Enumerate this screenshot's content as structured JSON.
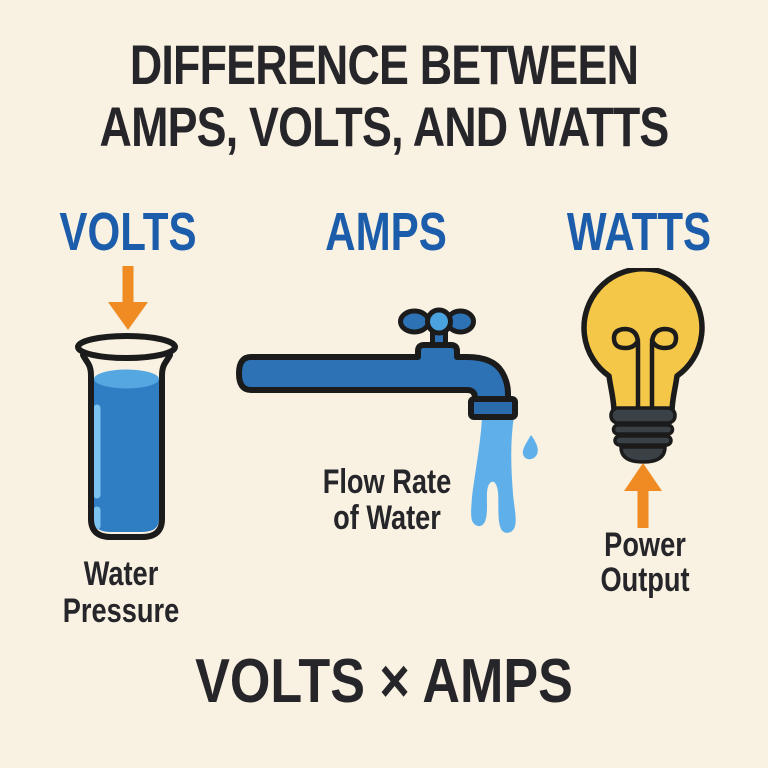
{
  "title": {
    "line1": "DIFFERENCE BETWEEN",
    "line2": "AMPS, VOLTS, AND WATTS"
  },
  "columns": [
    {
      "id": "volts",
      "heading": "VOLTS",
      "label_line1": "Water",
      "label_line2": "Pressure",
      "icon": "beaker-of-water",
      "arrow": "down"
    },
    {
      "id": "amps",
      "heading": "AMPS",
      "label_line1": "Flow Rate",
      "label_line2": "of Water",
      "icon": "faucet-with-flowing-water",
      "arrow": "none"
    },
    {
      "id": "watts",
      "heading": "WATTS",
      "label_line1": "Power",
      "label_line2": "Output",
      "icon": "light-bulb",
      "arrow": "up"
    }
  ],
  "formula": "VOLTS × AMPS",
  "colors": {
    "background": "#f9f1e1",
    "title_text": "#26262a",
    "heading_blue": "#1c5dab",
    "arrow_orange": "#ef8b22",
    "outline_black": "#1b1b1b",
    "water_blue": "#2f7dc2",
    "water_surface_blue": "#55a7e2",
    "water_highlight_blue": "#7cc4f0",
    "stream_light_blue": "#5fb0ea",
    "pipe_blue": "#2d72b4",
    "knob_light_blue": "#4aa3de",
    "nozzle_blue": "#2a6cab",
    "bulb_yellow": "#f5c748",
    "bulb_base_gray": "#3a4147"
  }
}
